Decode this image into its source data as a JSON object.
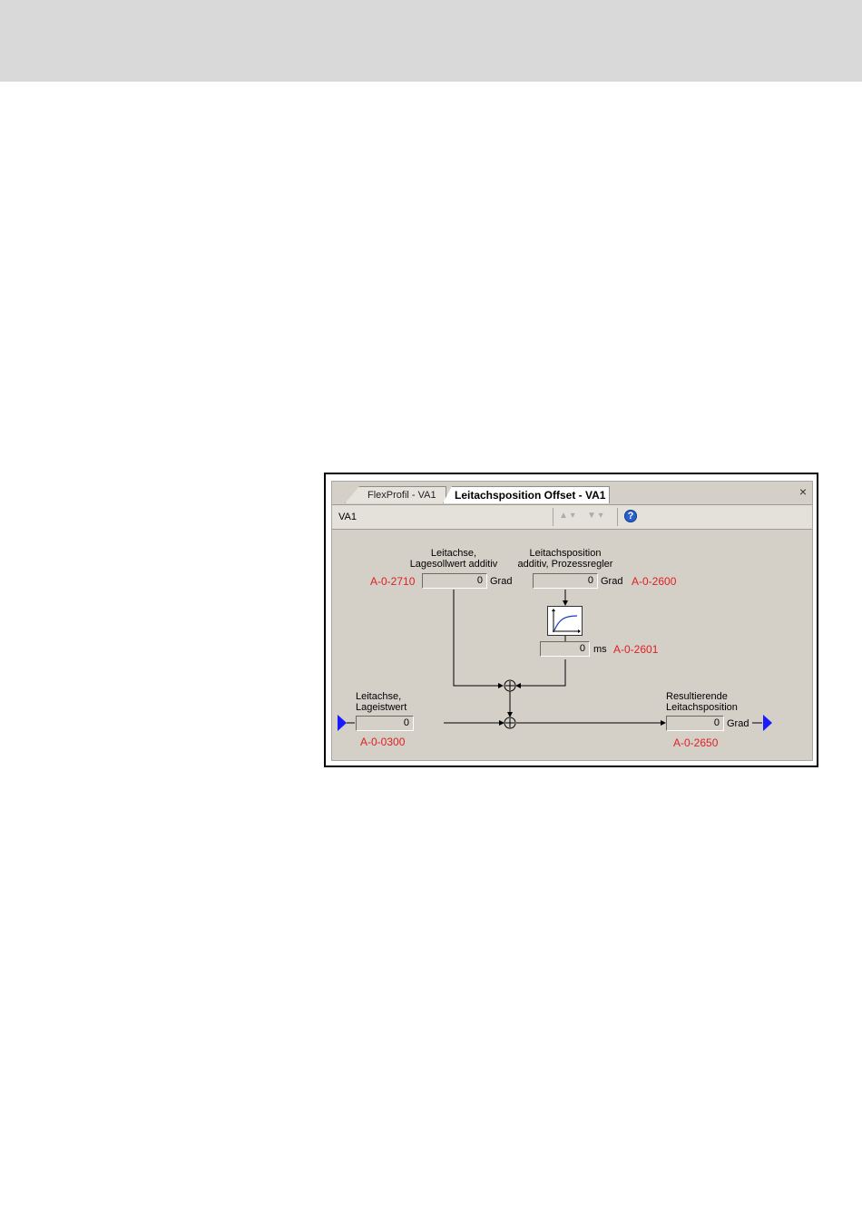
{
  "tabs": [
    {
      "label": "FlexProfil - VA1",
      "active": false
    },
    {
      "label": "Leitachsposition Offset - VA1",
      "active": true
    }
  ],
  "window": {
    "close_glyph": "×"
  },
  "toolbar": {
    "title": "VA1",
    "up_glyph": "▲ ▾",
    "down_glyph": "▼ ▾",
    "help_glyph": "?"
  },
  "diagram": {
    "lagesollwert": {
      "label_line1": "Leitachse,",
      "label_line2": "Lagesollwert additiv",
      "param": "A-0-2710",
      "value": "0",
      "unit": "Grad"
    },
    "prozessregler": {
      "label_line1": "Leitachsposition",
      "label_line2": "additiv, Prozessregler",
      "param": "A-0-2600",
      "value": "0",
      "unit": "Grad"
    },
    "filter": {
      "param": "A-0-2601",
      "value": "0",
      "unit": "ms",
      "icon": "filter-response-icon"
    },
    "lageistwert": {
      "label_line1": "Leitachse,",
      "label_line2": "Lageistwert",
      "param": "A-0-0300",
      "value": "0"
    },
    "resultierende": {
      "label_line1": "Resultierende",
      "label_line2": "Leitachsposition",
      "param": "A-0-2650",
      "value": "0",
      "unit": "Grad"
    },
    "colors": {
      "param": "#e02020",
      "arrow": "#1a1aff",
      "background": "#d4d0c8"
    }
  }
}
